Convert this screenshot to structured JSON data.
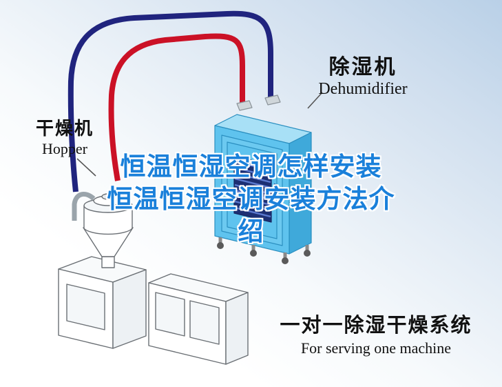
{
  "headline": {
    "color": "#1a80da",
    "lines": [
      "恒温恒湿空调怎样安装",
      "恒温恒湿空调安装方法介",
      "绍"
    ]
  },
  "callouts": {
    "dehumidifier": {
      "title_zh": "除湿机",
      "title_en": "Dehumidifier"
    },
    "hopper": {
      "title_zh": "干燥机",
      "title_en": "Hopper"
    },
    "system": {
      "title_zh": "一对一除湿干燥系统",
      "subtitle_en": "For serving one machine"
    }
  },
  "diagram": {
    "colors": {
      "pipe_red": "#cb1126",
      "pipe_navy": "#20247e",
      "unit_body": "#5fc3ee",
      "unit_side": "#3fa9da",
      "unit_top": "#a8e0f6",
      "vent_grille": "#1c2f73",
      "background_top": "#b9d0e7"
    }
  }
}
